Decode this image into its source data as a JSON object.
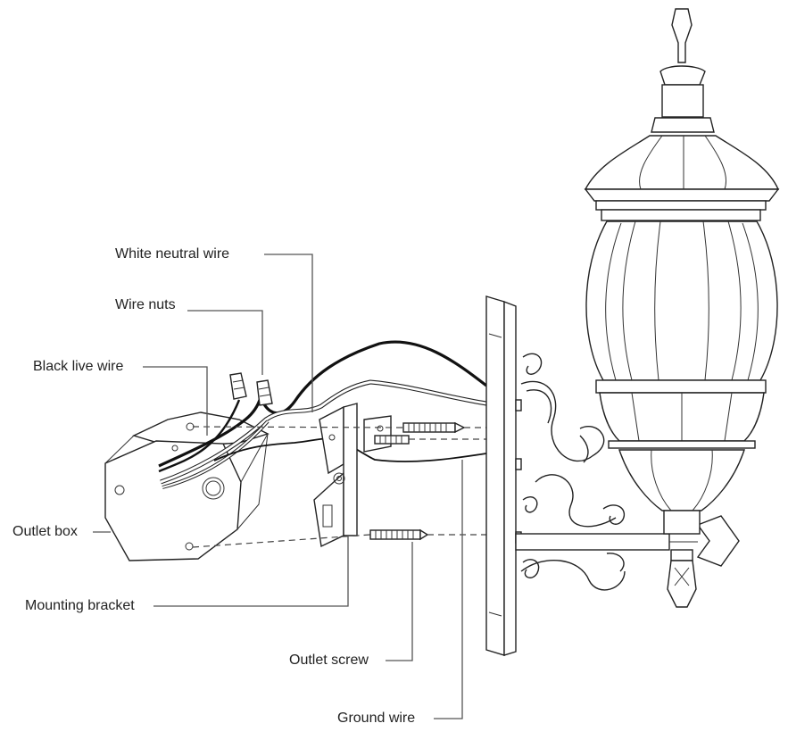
{
  "labels": {
    "white_neutral_wire": "White neutral wire",
    "wire_nuts": "Wire nuts",
    "black_live_wire": "Black live wire",
    "outlet_box": "Outlet box",
    "mounting_bracket": "Mounting bracket",
    "outlet_screw": "Outlet screw",
    "ground_wire": "Ground wire"
  },
  "colors": {
    "line": "#222222",
    "live_wire": "#111111",
    "neutral_wire": "#ffffff",
    "background": "#ffffff"
  }
}
